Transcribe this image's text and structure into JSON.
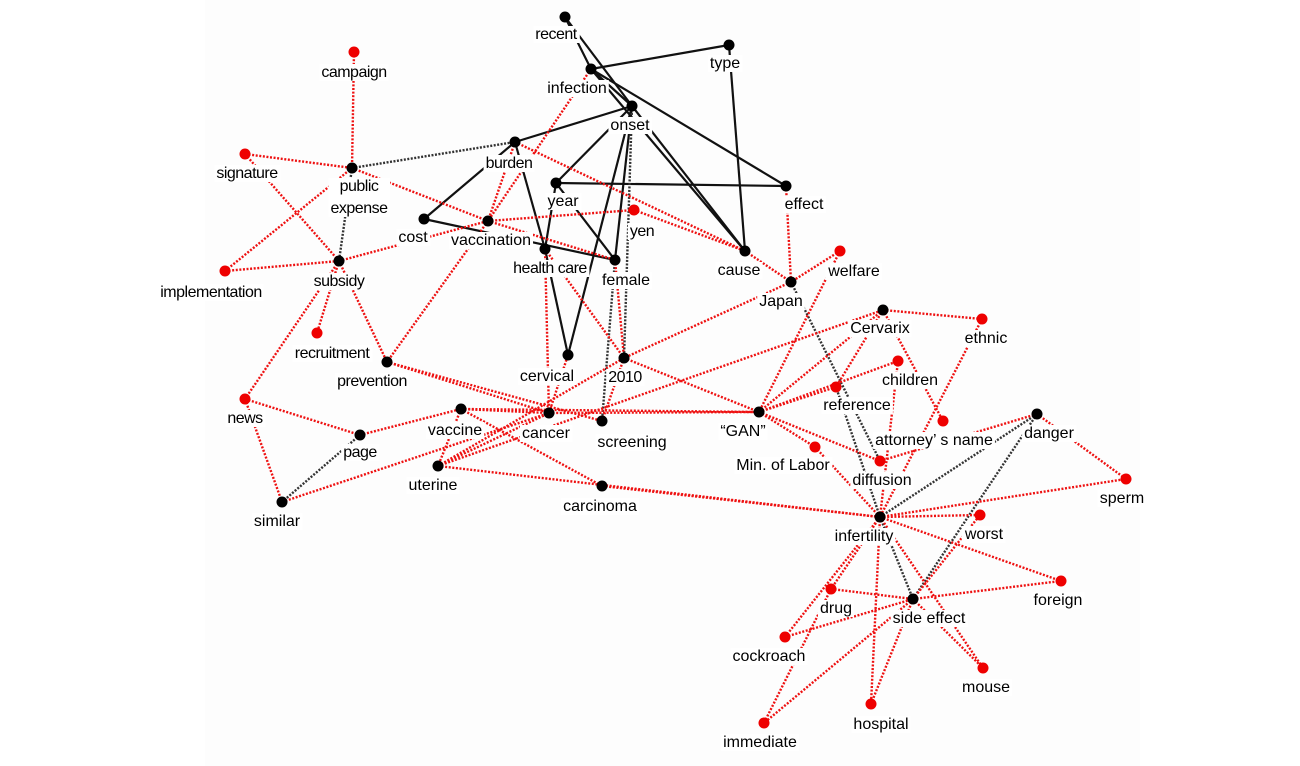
{
  "diagram": {
    "type": "co-occurrence network",
    "colors": {
      "node_black": "#000000",
      "node_red": "#ee0000",
      "edge_solid": "#111111",
      "edge_red_dotted": "#ee1111",
      "edge_black_dotted": "#333333",
      "background": "#fdfdfd"
    },
    "nodes": [
      {
        "id": "recent",
        "label": "recent",
        "color": "black"
      },
      {
        "id": "type",
        "label": "type",
        "color": "black"
      },
      {
        "id": "infection",
        "label": "infection",
        "color": "black"
      },
      {
        "id": "onset",
        "label": "onset",
        "color": "black"
      },
      {
        "id": "burden",
        "label": "burden",
        "color": "black"
      },
      {
        "id": "year",
        "label": "year",
        "color": "black"
      },
      {
        "id": "effect",
        "label": "effect",
        "color": "black"
      },
      {
        "id": "yen",
        "label": "yen",
        "color": "red"
      },
      {
        "id": "cost",
        "label": "cost",
        "color": "black"
      },
      {
        "id": "vaccination",
        "label": "vaccination",
        "color": "black"
      },
      {
        "id": "health_care",
        "label": "health care",
        "color": "black"
      },
      {
        "id": "female",
        "label": "female",
        "color": "black"
      },
      {
        "id": "cause",
        "label": "cause",
        "color": "black"
      },
      {
        "id": "welfare",
        "label": "welfare",
        "color": "red"
      },
      {
        "id": "japan",
        "label": "Japan",
        "color": "black"
      },
      {
        "id": "campaign",
        "label": "campaign",
        "color": "red"
      },
      {
        "id": "signature",
        "label": "signature",
        "color": "red"
      },
      {
        "id": "public_expense",
        "label": "public expense",
        "color": "black"
      },
      {
        "id": "implementation",
        "label": "implementation",
        "color": "red"
      },
      {
        "id": "subsidy",
        "label": "subsidy",
        "color": "black"
      },
      {
        "id": "recruitment",
        "label": "recruitment",
        "color": "red"
      },
      {
        "id": "prevention",
        "label": "prevention",
        "color": "black"
      },
      {
        "id": "news",
        "label": "news",
        "color": "red"
      },
      {
        "id": "page",
        "label": "page",
        "color": "black"
      },
      {
        "id": "similar",
        "label": "similar",
        "color": "black"
      },
      {
        "id": "vaccine",
        "label": "vaccine",
        "color": "black"
      },
      {
        "id": "uterine",
        "label": "uterine",
        "color": "black"
      },
      {
        "id": "cancer",
        "label": "cancer",
        "color": "black"
      },
      {
        "id": "screening",
        "label": "screening",
        "color": "black"
      },
      {
        "id": "cervical",
        "label": "cervical",
        "color": "black"
      },
      {
        "id": "y2010",
        "label": "2010",
        "color": "black"
      },
      {
        "id": "carcinoma",
        "label": "carcinoma",
        "color": "black"
      },
      {
        "id": "gan",
        "label": "“GAN”",
        "color": "black"
      },
      {
        "id": "min_labor",
        "label": "Min. of Labor",
        "color": "red"
      },
      {
        "id": "cervarix",
        "label": "Cervarix",
        "color": "black"
      },
      {
        "id": "ethnic",
        "label": "ethnic",
        "color": "red"
      },
      {
        "id": "children",
        "label": "children",
        "color": "red"
      },
      {
        "id": "reference",
        "label": "reference",
        "color": "red"
      },
      {
        "id": "attorney",
        "label": "attorney’ s name",
        "color": "red"
      },
      {
        "id": "danger",
        "label": "danger",
        "color": "black"
      },
      {
        "id": "diffusion",
        "label": "diffusion",
        "color": "red"
      },
      {
        "id": "sperm",
        "label": "sperm",
        "color": "red"
      },
      {
        "id": "infertility",
        "label": "infertility",
        "color": "black"
      },
      {
        "id": "worst",
        "label": "worst",
        "color": "red"
      },
      {
        "id": "foreign",
        "label": "foreign",
        "color": "red"
      },
      {
        "id": "drug",
        "label": "drug",
        "color": "red"
      },
      {
        "id": "side_effect",
        "label": "side effect",
        "color": "black"
      },
      {
        "id": "cockroach",
        "label": "cockroach",
        "color": "red"
      },
      {
        "id": "mouse",
        "label": "mouse",
        "color": "red"
      },
      {
        "id": "hospital",
        "label": "hospital",
        "color": "red"
      },
      {
        "id": "immediate",
        "label": "immediate",
        "color": "red"
      }
    ],
    "edges": [
      {
        "from": "recent",
        "to": "onset",
        "style": "solid"
      },
      {
        "from": "recent",
        "to": "infection",
        "style": "solid"
      },
      {
        "from": "infection",
        "to": "type",
        "style": "solid"
      },
      {
        "from": "infection",
        "to": "onset",
        "style": "solid"
      },
      {
        "from": "infection",
        "to": "effect",
        "style": "solid"
      },
      {
        "from": "infection",
        "to": "cause",
        "style": "solid"
      },
      {
        "from": "onset",
        "to": "burden",
        "style": "solid"
      },
      {
        "from": "onset",
        "to": "year",
        "style": "solid"
      },
      {
        "from": "onset",
        "to": "female",
        "style": "solid"
      },
      {
        "from": "onset",
        "to": "cervical",
        "style": "solid"
      },
      {
        "from": "onset",
        "to": "cause",
        "style": "solid"
      },
      {
        "from": "type",
        "to": "cause",
        "style": "solid"
      },
      {
        "from": "year",
        "to": "effect",
        "style": "solid"
      },
      {
        "from": "year",
        "to": "health_care",
        "style": "solid"
      },
      {
        "from": "year",
        "to": "female",
        "style": "solid"
      },
      {
        "from": "burden",
        "to": "cost",
        "style": "solid"
      },
      {
        "from": "burden",
        "to": "health_care",
        "style": "solid"
      },
      {
        "from": "cost",
        "to": "female",
        "style": "solid"
      },
      {
        "from": "health_care",
        "to": "cervical",
        "style": "solid"
      },
      {
        "from": "onset",
        "to": "y2010",
        "style": "black-dotted"
      },
      {
        "from": "public_expense",
        "to": "burden",
        "style": "black-dotted"
      },
      {
        "from": "public_expense",
        "to": "subsidy",
        "style": "black-dotted"
      },
      {
        "from": "page",
        "to": "similar",
        "style": "black-dotted"
      },
      {
        "from": "female",
        "to": "screening",
        "style": "black-dotted"
      },
      {
        "from": "japan",
        "to": "diffusion",
        "style": "black-dotted"
      },
      {
        "from": "infertility",
        "to": "danger",
        "style": "black-dotted"
      },
      {
        "from": "side_effect",
        "to": "danger",
        "style": "black-dotted"
      },
      {
        "from": "infertility",
        "to": "side_effect",
        "style": "black-dotted"
      },
      {
        "from": "infertility",
        "to": "reference",
        "style": "black-dotted"
      },
      {
        "from": "campaign",
        "to": "public_expense",
        "style": "red-dotted"
      },
      {
        "from": "signature",
        "to": "public_expense",
        "style": "red-dotted"
      },
      {
        "from": "signature",
        "to": "subsidy",
        "style": "red-dotted"
      },
      {
        "from": "implementation",
        "to": "subsidy",
        "style": "red-dotted"
      },
      {
        "from": "implementation",
        "to": "public_expense",
        "style": "red-dotted"
      },
      {
        "from": "subsidy",
        "to": "recruitment",
        "style": "red-dotted"
      },
      {
        "from": "subsidy",
        "to": "vaccination",
        "style": "red-dotted"
      },
      {
        "from": "subsidy",
        "to": "prevention",
        "style": "red-dotted"
      },
      {
        "from": "subsidy",
        "to": "news",
        "style": "red-dotted"
      },
      {
        "from": "public_expense",
        "to": "vaccination",
        "style": "red-dotted"
      },
      {
        "from": "burden",
        "to": "vaccination",
        "style": "red-dotted"
      },
      {
        "from": "burden",
        "to": "cause",
        "style": "red-dotted"
      },
      {
        "from": "infection",
        "to": "vaccination",
        "style": "red-dotted"
      },
      {
        "from": "vaccination",
        "to": "yen",
        "style": "red-dotted"
      },
      {
        "from": "vaccination",
        "to": "female",
        "style": "red-dotted"
      },
      {
        "from": "vaccination",
        "to": "prevention",
        "style": "red-dotted"
      },
      {
        "from": "yen",
        "to": "cause",
        "style": "red-dotted"
      },
      {
        "from": "health_care",
        "to": "y2010",
        "style": "red-dotted"
      },
      {
        "from": "health_care",
        "to": "cancer",
        "style": "red-dotted"
      },
      {
        "from": "female",
        "to": "y2010",
        "style": "red-dotted"
      },
      {
        "from": "effect",
        "to": "japan",
        "style": "red-dotted"
      },
      {
        "from": "cause",
        "to": "japan",
        "style": "red-dotted"
      },
      {
        "from": "welfare",
        "to": "japan",
        "style": "red-dotted"
      },
      {
        "from": "welfare",
        "to": "gan",
        "style": "red-dotted"
      },
      {
        "from": "japan",
        "to": "y2010",
        "style": "red-dotted"
      },
      {
        "from": "news",
        "to": "page",
        "style": "red-dotted"
      },
      {
        "from": "news",
        "to": "similar",
        "style": "red-dotted"
      },
      {
        "from": "page",
        "to": "vaccine",
        "style": "red-dotted"
      },
      {
        "from": "similar",
        "to": "cancer",
        "style": "red-dotted"
      },
      {
        "from": "prevention",
        "to": "cancer",
        "style": "red-dotted"
      },
      {
        "from": "prevention",
        "to": "screening",
        "style": "red-dotted"
      },
      {
        "from": "vaccine",
        "to": "cancer",
        "style": "red-dotted"
      },
      {
        "from": "vaccine",
        "to": "gan",
        "style": "red-dotted"
      },
      {
        "from": "vaccine",
        "to": "uterine",
        "style": "red-dotted"
      },
      {
        "from": "vaccine",
        "to": "carcinoma",
        "style": "red-dotted"
      },
      {
        "from": "uterine",
        "to": "cancer",
        "style": "red-dotted"
      },
      {
        "from": "uterine",
        "to": "cervarix",
        "style": "red-dotted"
      },
      {
        "from": "uterine",
        "to": "y2010",
        "style": "red-dotted"
      },
      {
        "from": "uterine",
        "to": "infertility",
        "style": "red-dotted"
      },
      {
        "from": "cancer",
        "to": "gan",
        "style": "red-dotted"
      },
      {
        "from": "cancer",
        "to": "cervical",
        "style": "red-dotted"
      },
      {
        "from": "y2010",
        "to": "gan",
        "style": "red-dotted"
      },
      {
        "from": "y2010",
        "to": "screening",
        "style": "red-dotted"
      },
      {
        "from": "gan",
        "to": "cervarix",
        "style": "red-dotted"
      },
      {
        "from": "gan",
        "to": "reference",
        "style": "red-dotted"
      },
      {
        "from": "gan",
        "to": "children",
        "style": "red-dotted"
      },
      {
        "from": "gan",
        "to": "min_labor",
        "style": "red-dotted"
      },
      {
        "from": "gan",
        "to": "diffusion",
        "style": "red-dotted"
      },
      {
        "from": "cervarix",
        "to": "ethnic",
        "style": "red-dotted"
      },
      {
        "from": "cervarix",
        "to": "reference",
        "style": "red-dotted"
      },
      {
        "from": "cervarix",
        "to": "attorney",
        "style": "red-dotted"
      },
      {
        "from": "ethnic",
        "to": "infertility",
        "style": "red-dotted"
      },
      {
        "from": "children",
        "to": "infertility",
        "style": "red-dotted"
      },
      {
        "from": "diffusion",
        "to": "danger",
        "style": "red-dotted"
      },
      {
        "from": "min_labor",
        "to": "infertility",
        "style": "red-dotted"
      },
      {
        "from": "danger",
        "to": "sperm",
        "style": "red-dotted"
      },
      {
        "from": "infertility",
        "to": "sperm",
        "style": "red-dotted"
      },
      {
        "from": "infertility",
        "to": "worst",
        "style": "red-dotted"
      },
      {
        "from": "infertility",
        "to": "foreign",
        "style": "red-dotted"
      },
      {
        "from": "infertility",
        "to": "drug",
        "style": "red-dotted"
      },
      {
        "from": "infertility",
        "to": "cockroach",
        "style": "red-dotted"
      },
      {
        "from": "infertility",
        "to": "hospital",
        "style": "red-dotted"
      },
      {
        "from": "infertility",
        "to": "mouse",
        "style": "red-dotted"
      },
      {
        "from": "carcinoma",
        "to": "infertility",
        "style": "red-dotted"
      },
      {
        "from": "drug",
        "to": "side_effect",
        "style": "red-dotted"
      },
      {
        "from": "cockroach",
        "to": "side_effect",
        "style": "red-dotted"
      },
      {
        "from": "side_effect",
        "to": "foreign",
        "style": "red-dotted"
      },
      {
        "from": "side_effect",
        "to": "worst",
        "style": "red-dotted"
      },
      {
        "from": "side_effect",
        "to": "mouse",
        "style": "red-dotted"
      },
      {
        "from": "side_effect",
        "to": "hospital",
        "style": "red-dotted"
      },
      {
        "from": "side_effect",
        "to": "immediate",
        "style": "red-dotted"
      },
      {
        "from": "drug",
        "to": "immediate",
        "style": "red-dotted"
      }
    ]
  }
}
